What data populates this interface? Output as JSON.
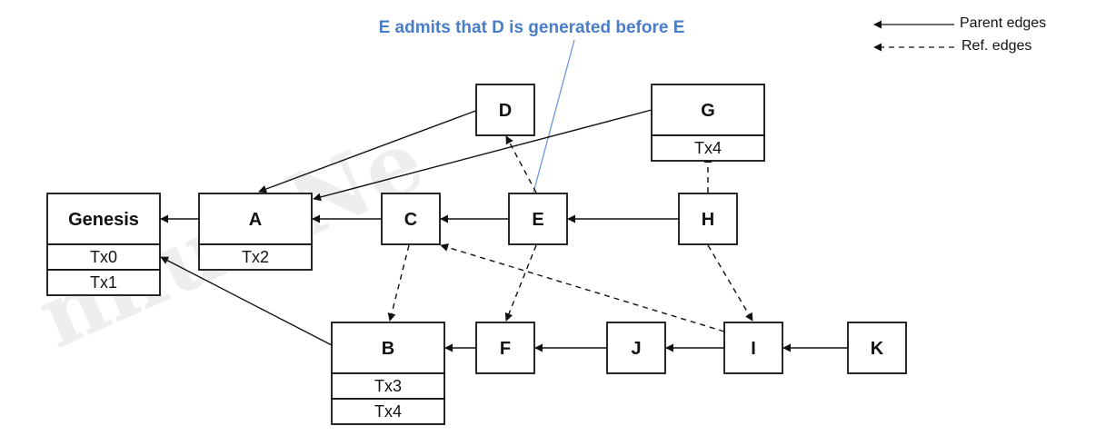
{
  "colors": {
    "stroke": "#111111",
    "callout_text": "#4a7dc8",
    "callout_line": "#6a98d8",
    "watermark": "#eeeeee"
  },
  "callout": {
    "text": "E admits that D is generated before E"
  },
  "legend": {
    "parent_label": "Parent edges",
    "ref_label": "Ref. edges"
  },
  "watermark_text": "nflux   Ne",
  "nodes": [
    {
      "id": "Genesis",
      "title": "Genesis",
      "txs": [
        "Tx0",
        "Tx1"
      ]
    },
    {
      "id": "A",
      "title": "A",
      "txs": [
        "Tx2"
      ]
    },
    {
      "id": "B",
      "title": "B",
      "txs": [
        "Tx3",
        "Tx4"
      ]
    },
    {
      "id": "C",
      "title": "C",
      "txs": []
    },
    {
      "id": "D",
      "title": "D",
      "txs": []
    },
    {
      "id": "E",
      "title": "E",
      "txs": []
    },
    {
      "id": "F",
      "title": "F",
      "txs": []
    },
    {
      "id": "G",
      "title": "G",
      "txs": [
        "Tx4"
      ]
    },
    {
      "id": "H",
      "title": "H",
      "txs": []
    },
    {
      "id": "I",
      "title": "I",
      "txs": []
    },
    {
      "id": "J",
      "title": "J",
      "txs": []
    },
    {
      "id": "K",
      "title": "K",
      "txs": []
    }
  ],
  "edges": [
    {
      "from": "A",
      "to": "Genesis",
      "kind": "parent"
    },
    {
      "from": "C",
      "to": "A",
      "kind": "parent"
    },
    {
      "from": "E",
      "to": "C",
      "kind": "parent"
    },
    {
      "from": "H",
      "to": "E",
      "kind": "parent"
    },
    {
      "from": "D",
      "to": "A",
      "kind": "parent"
    },
    {
      "from": "G",
      "to": "A",
      "kind": "parent"
    },
    {
      "from": "B",
      "to": "Genesis",
      "kind": "parent"
    },
    {
      "from": "F",
      "to": "B",
      "kind": "parent"
    },
    {
      "from": "J",
      "to": "F",
      "kind": "parent"
    },
    {
      "from": "I",
      "to": "J",
      "kind": "parent"
    },
    {
      "from": "K",
      "to": "I",
      "kind": "parent"
    },
    {
      "from": "E",
      "to": "D",
      "kind": "ref"
    },
    {
      "from": "H",
      "to": "G",
      "kind": "ref"
    },
    {
      "from": "C",
      "to": "B",
      "kind": "ref"
    },
    {
      "from": "E",
      "to": "F",
      "kind": "ref"
    },
    {
      "from": "H",
      "to": "I",
      "kind": "ref"
    },
    {
      "from": "I",
      "to": "C",
      "kind": "ref"
    }
  ]
}
